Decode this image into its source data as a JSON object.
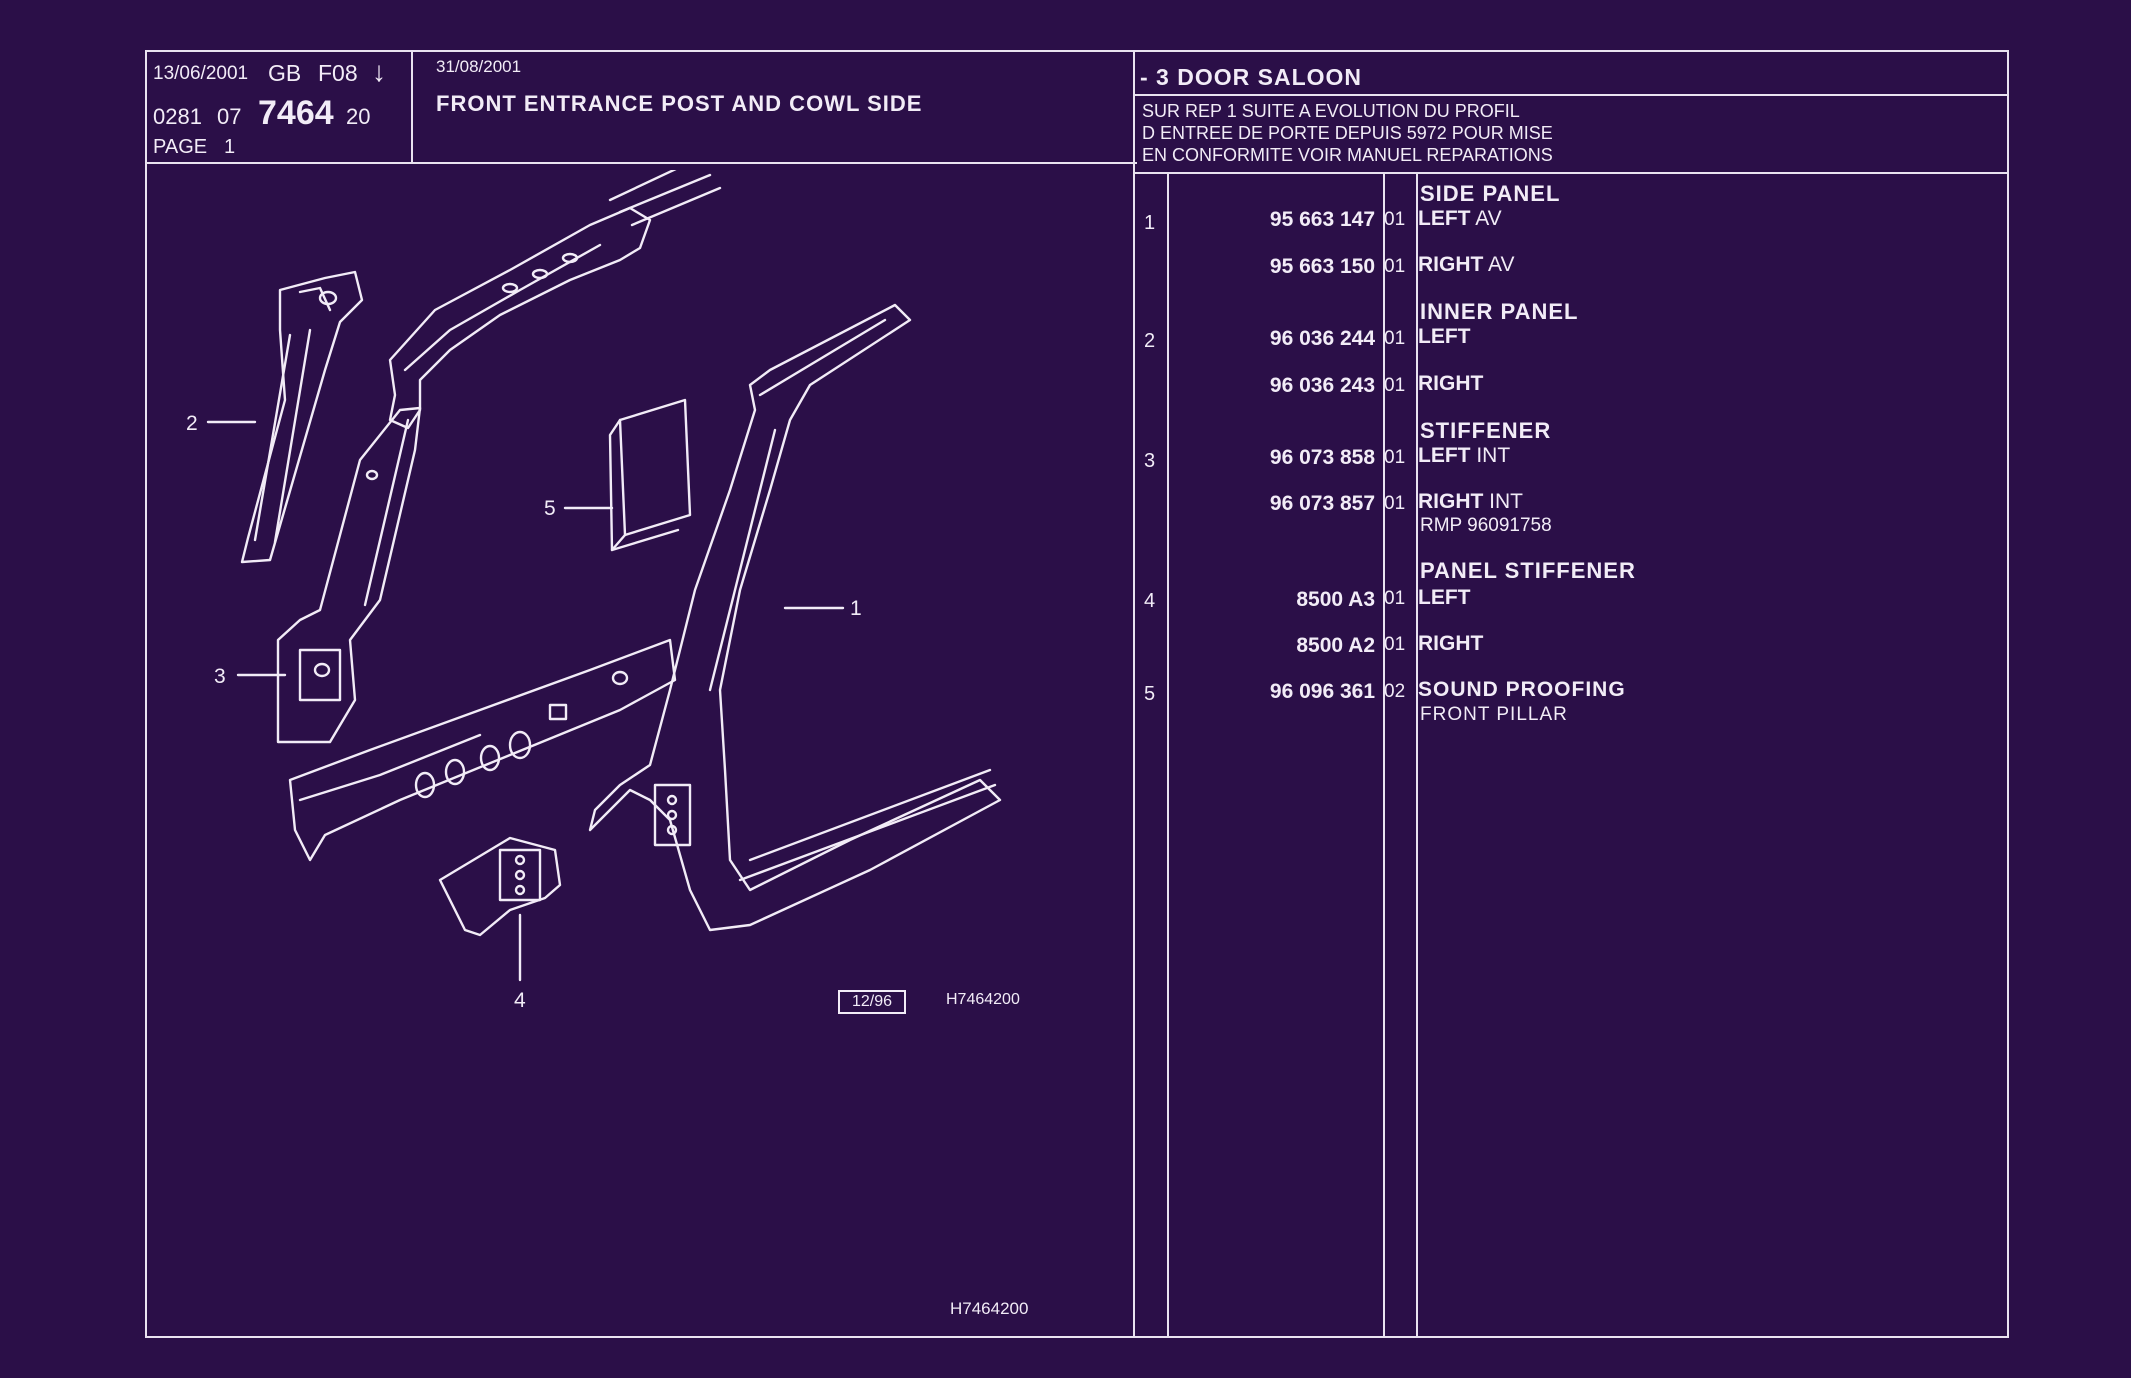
{
  "header": {
    "date_left": "13/06/2001",
    "lang": "GB",
    "code": "F08",
    "arrow": "↓",
    "ref_a": "0281",
    "ref_b": "07",
    "ref_main": "7464",
    "ref_c": "20",
    "page_label": "PAGE",
    "page_num": "1",
    "date_mid": "31/08/2001",
    "title": "FRONT ENTRANCE POST AND COWL SIDE",
    "model": "- 3 DOOR SALOON",
    "notes": [
      "SUR REP 1 SUITE A EVOLUTION DU PROFIL",
      "D ENTREE DE PORTE DEPUIS 5972 POUR MISE",
      "EN CONFORMITE VOIR MANUEL REPARATIONS"
    ]
  },
  "diagram": {
    "callouts": [
      "1",
      "2",
      "3",
      "4",
      "5"
    ],
    "stamp": "12/96",
    "ref_code": "H7464200",
    "footer_code": "H7464200"
  },
  "parts": {
    "categories": [
      "SIDE PANEL",
      "INNER PANEL",
      "STIFFENER",
      "PANEL STIFFENER"
    ],
    "rows": [
      {
        "ref": "1",
        "pn": "95 663 147",
        "var": "01",
        "name": "LEFT",
        "suffix": "AV"
      },
      {
        "ref": "",
        "pn": "95 663 150",
        "var": "01",
        "name": "RIGHT",
        "suffix": "AV"
      },
      {
        "ref": "2",
        "pn": "96 036 244",
        "var": "01",
        "name": "LEFT",
        "suffix": ""
      },
      {
        "ref": "",
        "pn": "96 036 243",
        "var": "01",
        "name": "RIGHT",
        "suffix": ""
      },
      {
        "ref": "3",
        "pn": "96 073 858",
        "var": "01",
        "name": "LEFT",
        "suffix": "INT"
      },
      {
        "ref": "",
        "pn": "96 073 857",
        "var": "01",
        "name": "RIGHT",
        "suffix": "INT"
      },
      {
        "ref": "4",
        "pn": "8500 A3",
        "var": "01",
        "name": "LEFT",
        "suffix": ""
      },
      {
        "ref": "",
        "pn": "8500 A2",
        "var": "01",
        "name": "RIGHT",
        "suffix": ""
      },
      {
        "ref": "5",
        "pn": "96 096 361",
        "var": "02",
        "name": "SOUND PROOFING",
        "suffix": ""
      }
    ],
    "rmp_note": "RMP 96091758",
    "front_pillar": "FRONT PILLAR"
  }
}
